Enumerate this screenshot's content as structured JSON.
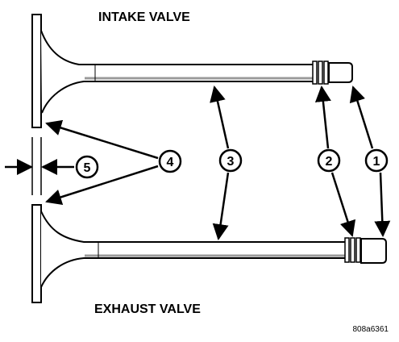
{
  "diagram": {
    "intake_label": "INTAKE VALVE",
    "exhaust_label": "EXHAUST VALVE",
    "reference_code": "808a6361",
    "callouts": {
      "one": "1",
      "two": "2",
      "three": "3",
      "four": "4",
      "five": "5"
    }
  },
  "colors": {
    "line": "#000000",
    "fill": "#ffffff",
    "shade": "#9a9a9a"
  }
}
